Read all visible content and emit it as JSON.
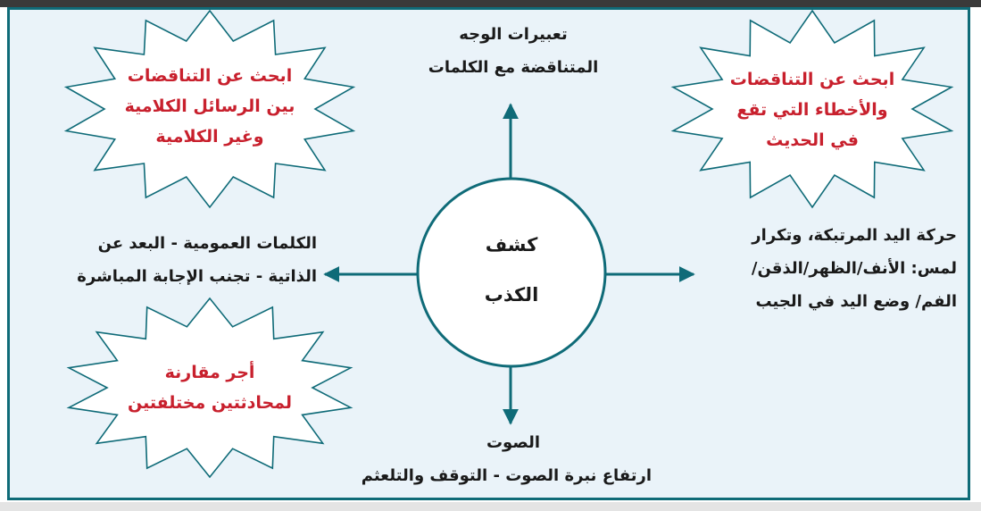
{
  "center": {
    "line1": "كشف",
    "line2": "الكذب"
  },
  "branches": {
    "top": {
      "line1": "تعبيرات الوجه",
      "line2": "المتناقضة مع الكلمات"
    },
    "left": {
      "line1": "الكلمات العمومية - البعد عن",
      "line2": "الذاتية - تجنب الإجابة المباشرة"
    },
    "right": {
      "line1": "حركة اليد المرتبكة، وتكرار",
      "line2": "لمس: الأنف/الظهر/الذقن/",
      "line3": "الفم/ وضع اليد في الجيب"
    },
    "bottom": {
      "line1": "الصوت",
      "line2": "ارتفاع نبرة الصوت - التوقف والتلعثم"
    }
  },
  "bursts": {
    "top_left": {
      "line1": "ابحث عن التناقضات",
      "line2": "بين الرسائل الكلامية",
      "line3": "وغير الكلامية"
    },
    "top_right": {
      "line1": "ابحث عن التناقضات",
      "line2": "والأخطاء التي تقع",
      "line3": "في الحديث"
    },
    "bottom_left": {
      "line1": "أجر مقارنة",
      "line2": "لمحادثتين مختلفتين"
    }
  },
  "colors": {
    "border": "#0f6b78",
    "background": "#eaf3f9",
    "accent_red": "#c8202d"
  }
}
